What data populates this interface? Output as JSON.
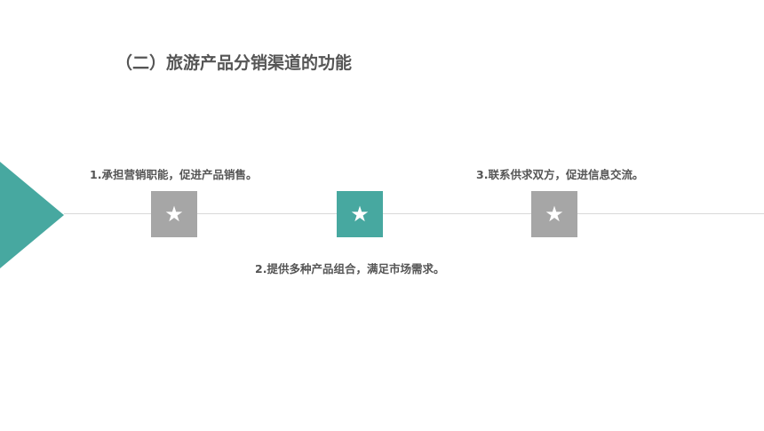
{
  "slide": {
    "title": "（二）旅游产品分销渠道的功能",
    "accent_color": "#47a8a0",
    "marker_gray_color": "#a6a6a6",
    "star_icon": "★",
    "points": [
      {
        "text": "1.承担营销职能，促进产品销售。"
      },
      {
        "text": "2.提供多种产品组合，满足市场需求。"
      },
      {
        "text": "3.联系供求双方，促进信息交流。"
      }
    ]
  }
}
